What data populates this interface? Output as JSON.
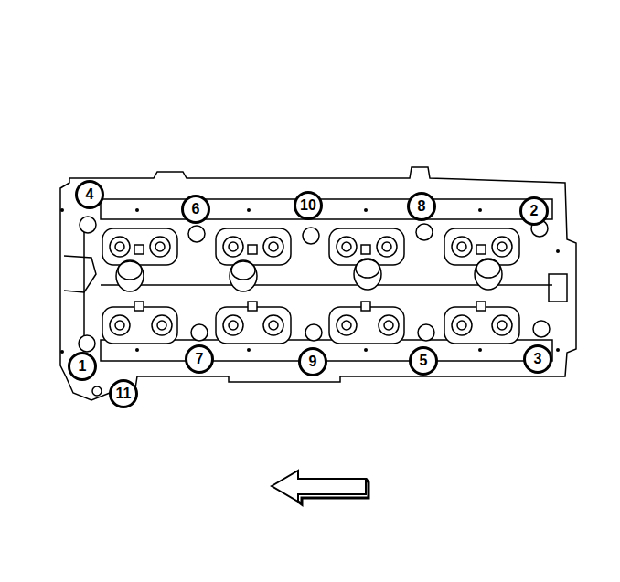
{
  "diagram": {
    "labels": [
      "4",
      "6",
      "10",
      "8",
      "2",
      "1",
      "7",
      "9",
      "5",
      "3",
      "11"
    ]
  }
}
